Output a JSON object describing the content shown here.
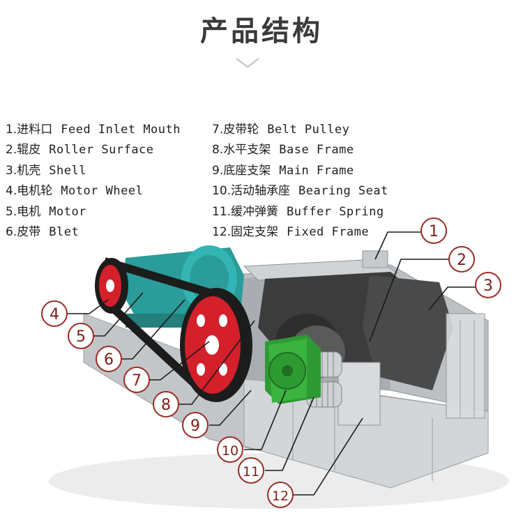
{
  "title": "产品结构",
  "legend_left": [
    {
      "cn": "1.进料口",
      "en": "Feed Inlet Mouth"
    },
    {
      "cn": "2.辊皮",
      "en": "Roller Surface"
    },
    {
      "cn": "3.机壳",
      "en": "Shell"
    },
    {
      "cn": "4.电机轮",
      "en": "Motor Wheel"
    },
    {
      "cn": "5.电机",
      "en": "Motor"
    },
    {
      "cn": "6.皮带",
      "en": "Blet"
    }
  ],
  "legend_right": [
    {
      "cn": "7.皮带轮",
      "en": "Belt Pulley"
    },
    {
      "cn": "8.水平支架",
      "en": "Base Frame"
    },
    {
      "cn": "9.底座支架",
      "en": "Main Frame"
    },
    {
      "cn": "10.活动轴承座",
      "en": "Bearing Seat"
    },
    {
      "cn": "11.缓冲弹簧",
      "en": "Buffer Spring"
    },
    {
      "cn": "12.固定支架",
      "en": "Fixed Frame"
    }
  ],
  "callouts": [
    "1",
    "2",
    "3",
    "4",
    "5",
    "6",
    "7",
    "8",
    "9",
    "10",
    "11",
    "12"
  ],
  "colors": {
    "motor": "#2a9c9a",
    "pulley": "#d4202a",
    "bearing_seat": "#37a83a",
    "frame": "#b9bcbf",
    "roller": "#3a3a3a",
    "callout_circle": "#9b2a22"
  }
}
